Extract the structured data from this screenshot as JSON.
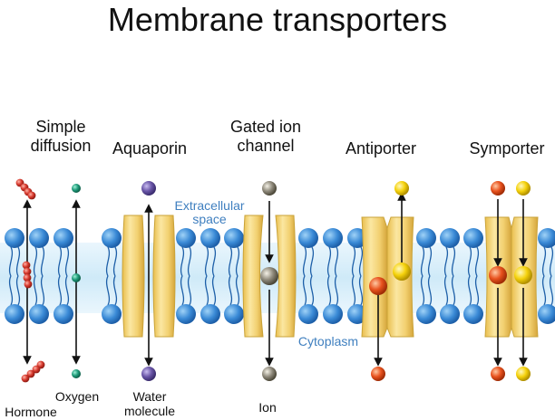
{
  "title": "Membrane transporters",
  "column_labels": {
    "simple_diffusion": "Simple\ndiffusion",
    "aquaporin": "Aquaporin",
    "gated_channel": "Gated ion\nchannel",
    "antiporter": "Antiporter",
    "symporter": "Symporter"
  },
  "region_labels": {
    "extracellular": "Extracellular\nspace",
    "cytoplasm": "Cytoplasm"
  },
  "molecule_labels": {
    "hormone": "Hormone",
    "oxygen": "Oxygen",
    "water": "Water\nmolecule",
    "ion": "Ion"
  },
  "colors": {
    "phospholipid_head": "#3a8ad6",
    "membrane_core": "#d7eef9",
    "protein": "#f2d070",
    "protein_edge": "#c9a33a",
    "hormone": "#d63a2e",
    "oxygen": "#1f9b7a",
    "water": "#6a56a8",
    "ion": "#8f8a7c",
    "orange_solute": "#e8521e",
    "yellow_solute": "#f5d20c",
    "region_text": "#3f7fbf"
  }
}
